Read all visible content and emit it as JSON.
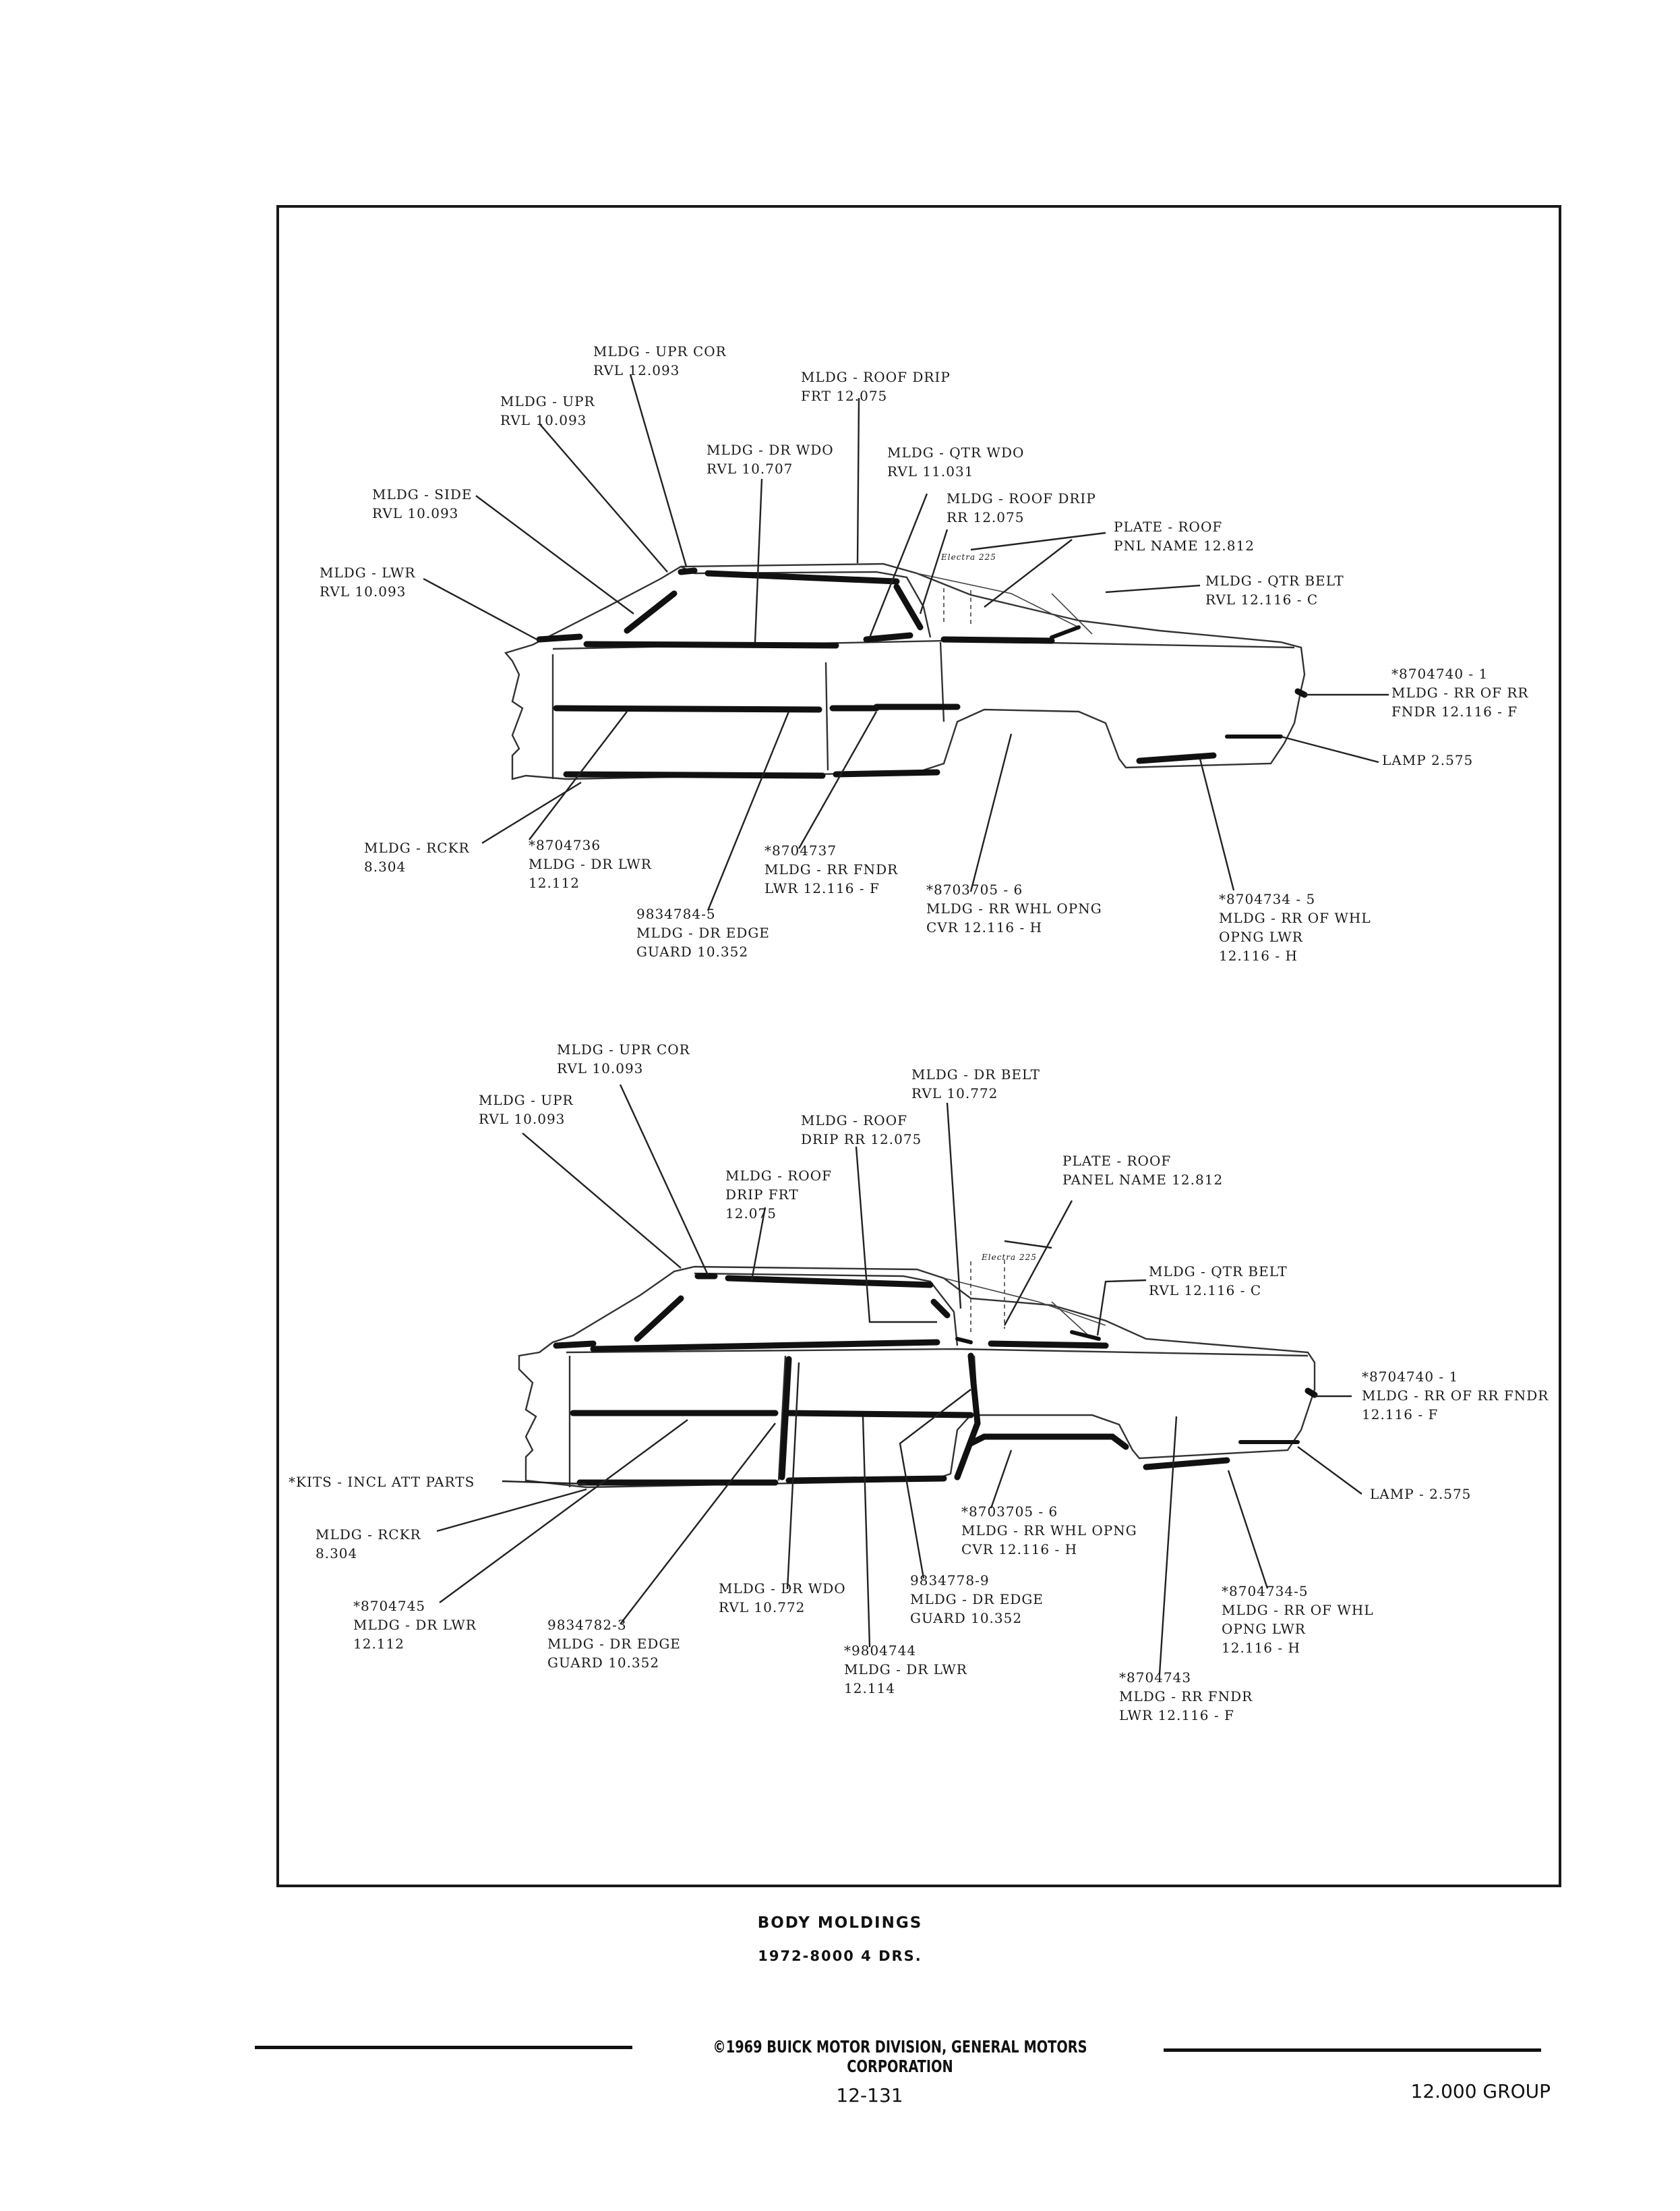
{
  "diagram_top": {
    "labels": {
      "upr_cor": [
        "MLDG - UPR COR",
        "RVL 12.093"
      ],
      "roof_drip_frt": [
        "MLDG - ROOF DRIP",
        "FRT 12.075"
      ],
      "upr": [
        "MLDG - UPR",
        "RVL 10.093"
      ],
      "dr_wdo": [
        "MLDG - DR WDO",
        "RVL 10.707"
      ],
      "qtr_wdo": [
        "MLDG - QTR WDO",
        "RVL 11.031"
      ],
      "side": [
        "MLDG - SIDE",
        "RVL 10.093"
      ],
      "roof_drip_rr": [
        "MLDG - ROOF DRIP",
        "RR 12.075"
      ],
      "plate_roof": [
        "PLATE - ROOF",
        "PNL NAME 12.812"
      ],
      "lwr": [
        "MLDG - LWR",
        "RVL 10.093"
      ],
      "qtr_belt": [
        "MLDG - QTR BELT",
        "RVL 12.116 - C"
      ],
      "rr_of_rr_fndr": [
        "*8704740 - 1",
        "MLDG - RR OF RR",
        "FNDR 12.116 - F"
      ],
      "lamp": [
        "LAMP 2.575"
      ],
      "rckr": [
        "MLDG - RCKR",
        "8.304"
      ],
      "dr_lwr": [
        "*8704736",
        "MLDG - DR LWR",
        "12.112"
      ],
      "rr_fndr_lwr": [
        "*8704737",
        "MLDG - RR FNDR",
        "LWR 12.116 - F"
      ],
      "rr_whl_opng": [
        "*8703705 - 6",
        "MLDG - RR WHL OPNG",
        "CVR 12.116 - H"
      ],
      "rr_of_whl": [
        "*8704734 - 5",
        "MLDG - RR OF WHL",
        "OPNG LWR",
        "12.116 - H"
      ],
      "dr_edge": [
        "9834784-5",
        "MLDG - DR EDGE",
        "GUARD 10.352"
      ]
    }
  },
  "diagram_bottom": {
    "labels": {
      "upr_cor": [
        "MLDG - UPR COR",
        "RVL 10.093"
      ],
      "dr_belt": [
        "MLDG - DR BELT",
        "RVL 10.772"
      ],
      "upr": [
        "MLDG - UPR",
        "RVL 10.093"
      ],
      "roof_drip_rr": [
        "MLDG - ROOF",
        "DRIP RR 12.075"
      ],
      "plate_roof": [
        "PLATE - ROOF",
        "PANEL NAME 12.812"
      ],
      "roof_drip_frt": [
        "MLDG - ROOF",
        "DRIP FRT",
        "12.075"
      ],
      "qtr_belt": [
        "MLDG - QTR BELT",
        "RVL 12.116 - C"
      ],
      "rr_of_rr_fndr": [
        "*8704740 - 1",
        "MLDG - RR OF RR FNDR",
        "12.116 - F"
      ],
      "kits": [
        "*KITS - INCL ATT PARTS"
      ],
      "lamp": [
        "LAMP - 2.575"
      ],
      "rr_whl_opng": [
        "*8703705 - 6",
        "MLDG - RR WHL OPNG",
        "CVR 12.116 - H"
      ],
      "rckr": [
        "MLDG - RCKR",
        "8.304"
      ],
      "dr_edge_rr": [
        "9834778-9",
        "MLDG - DR EDGE",
        "GUARD 10.352"
      ],
      "dr_wdo": [
        "MLDG - DR WDO",
        "RVL 10.772"
      ],
      "rr_of_whl": [
        "*8704734-5",
        "MLDG - RR OF WHL",
        "OPNG LWR",
        "12.116 - H"
      ],
      "dr_lwr_frt": [
        "*8704745",
        "MLDG - DR LWR",
        "12.112"
      ],
      "dr_edge_frt": [
        "9834782-3",
        "MLDG - DR EDGE",
        "GUARD 10.352"
      ],
      "dr_lwr_rr": [
        "*9804744",
        "MLDG - DR LWR",
        "12.114"
      ],
      "rr_fndr_lwr": [
        "*8704743",
        "MLDG - RR FNDR",
        "LWR 12.116 - F"
      ]
    }
  },
  "caption": {
    "title": "BODY MOLDINGS",
    "subtitle": "1972-8000 4 DRS."
  },
  "footer": {
    "copyright": "©1969 BUICK MOTOR DIVISION, GENERAL MOTORS CORPORATION",
    "page_number": "12-131",
    "group": "12.000 GROUP"
  }
}
